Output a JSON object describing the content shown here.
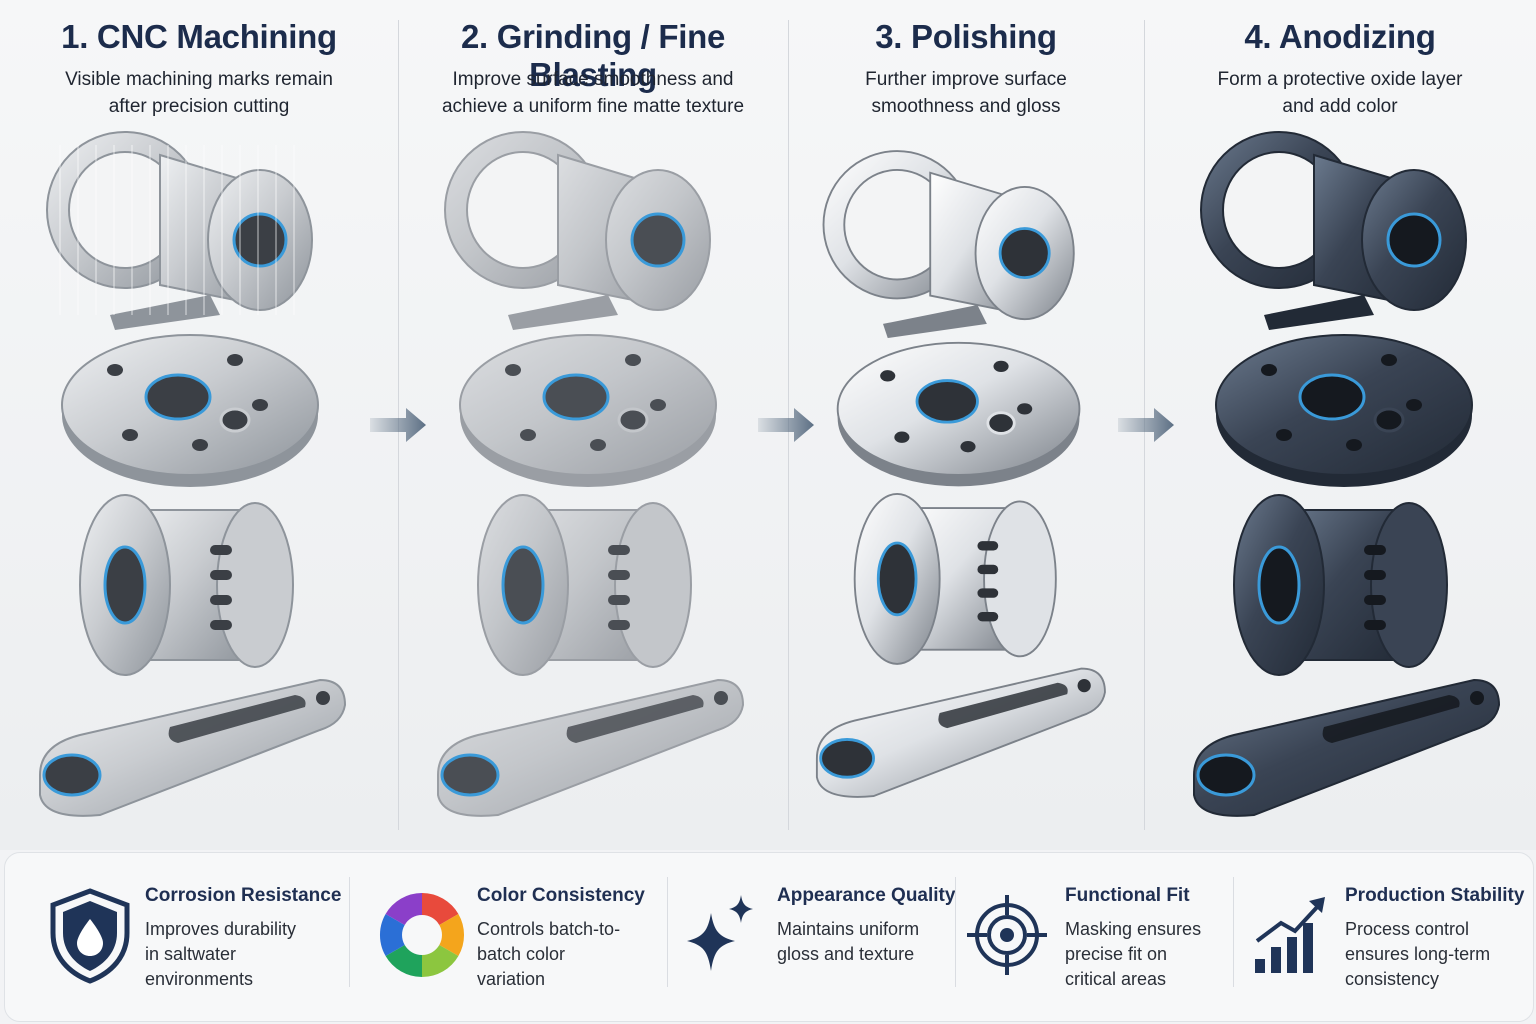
{
  "steps": [
    {
      "title": "1. CNC Machining",
      "desc_line1": "Visible machining marks remain",
      "desc_line2": "after precision cutting",
      "finish": "raw-aluminum"
    },
    {
      "title": "2. Grinding / Fine Blasting",
      "desc_line1": "Improve surface smoothness and",
      "desc_line2": "achieve a uniform fine matte texture",
      "finish": "matte-aluminum"
    },
    {
      "title": "3. Polishing",
      "desc_line1": "Further improve surface",
      "desc_line2": "smoothness and gloss",
      "finish": "polished-aluminum"
    },
    {
      "title": "4. Anodizing",
      "desc_line1": "Form a protective oxide layer",
      "desc_line2": "and add color",
      "finish": "dark-anodized"
    }
  ],
  "features": [
    {
      "icon": "shield-drop-icon",
      "title": "Corrosion Resistance",
      "desc": [
        "Improves durability",
        "in saltwater",
        "environments"
      ]
    },
    {
      "icon": "color-wheel-icon",
      "title": "Color Consistency",
      "desc": [
        "Controls batch-to-",
        "batch color",
        "variation"
      ]
    },
    {
      "icon": "sparkle-icon",
      "title": "Appearance Quality",
      "desc": [
        "Maintains uniform",
        "gloss and texture"
      ]
    },
    {
      "icon": "target-icon",
      "title": "Functional Fit",
      "desc": [
        "Masking ensures",
        "precise fit on",
        "critical areas"
      ]
    },
    {
      "icon": "growth-chart-icon",
      "title": "Production Stability",
      "desc": [
        "Process control",
        "ensures long-term",
        "consistency"
      ]
    }
  ],
  "colors": {
    "title": "#1c2c4c",
    "arrow": "#5c6f84",
    "icon_navy": "#1f3458",
    "ring_accent": "#3a9ad9",
    "raw": "#c9ccd0",
    "matte": "#c3c6ca",
    "polished": "#dfe2e6",
    "anodized": "#3a4454"
  }
}
